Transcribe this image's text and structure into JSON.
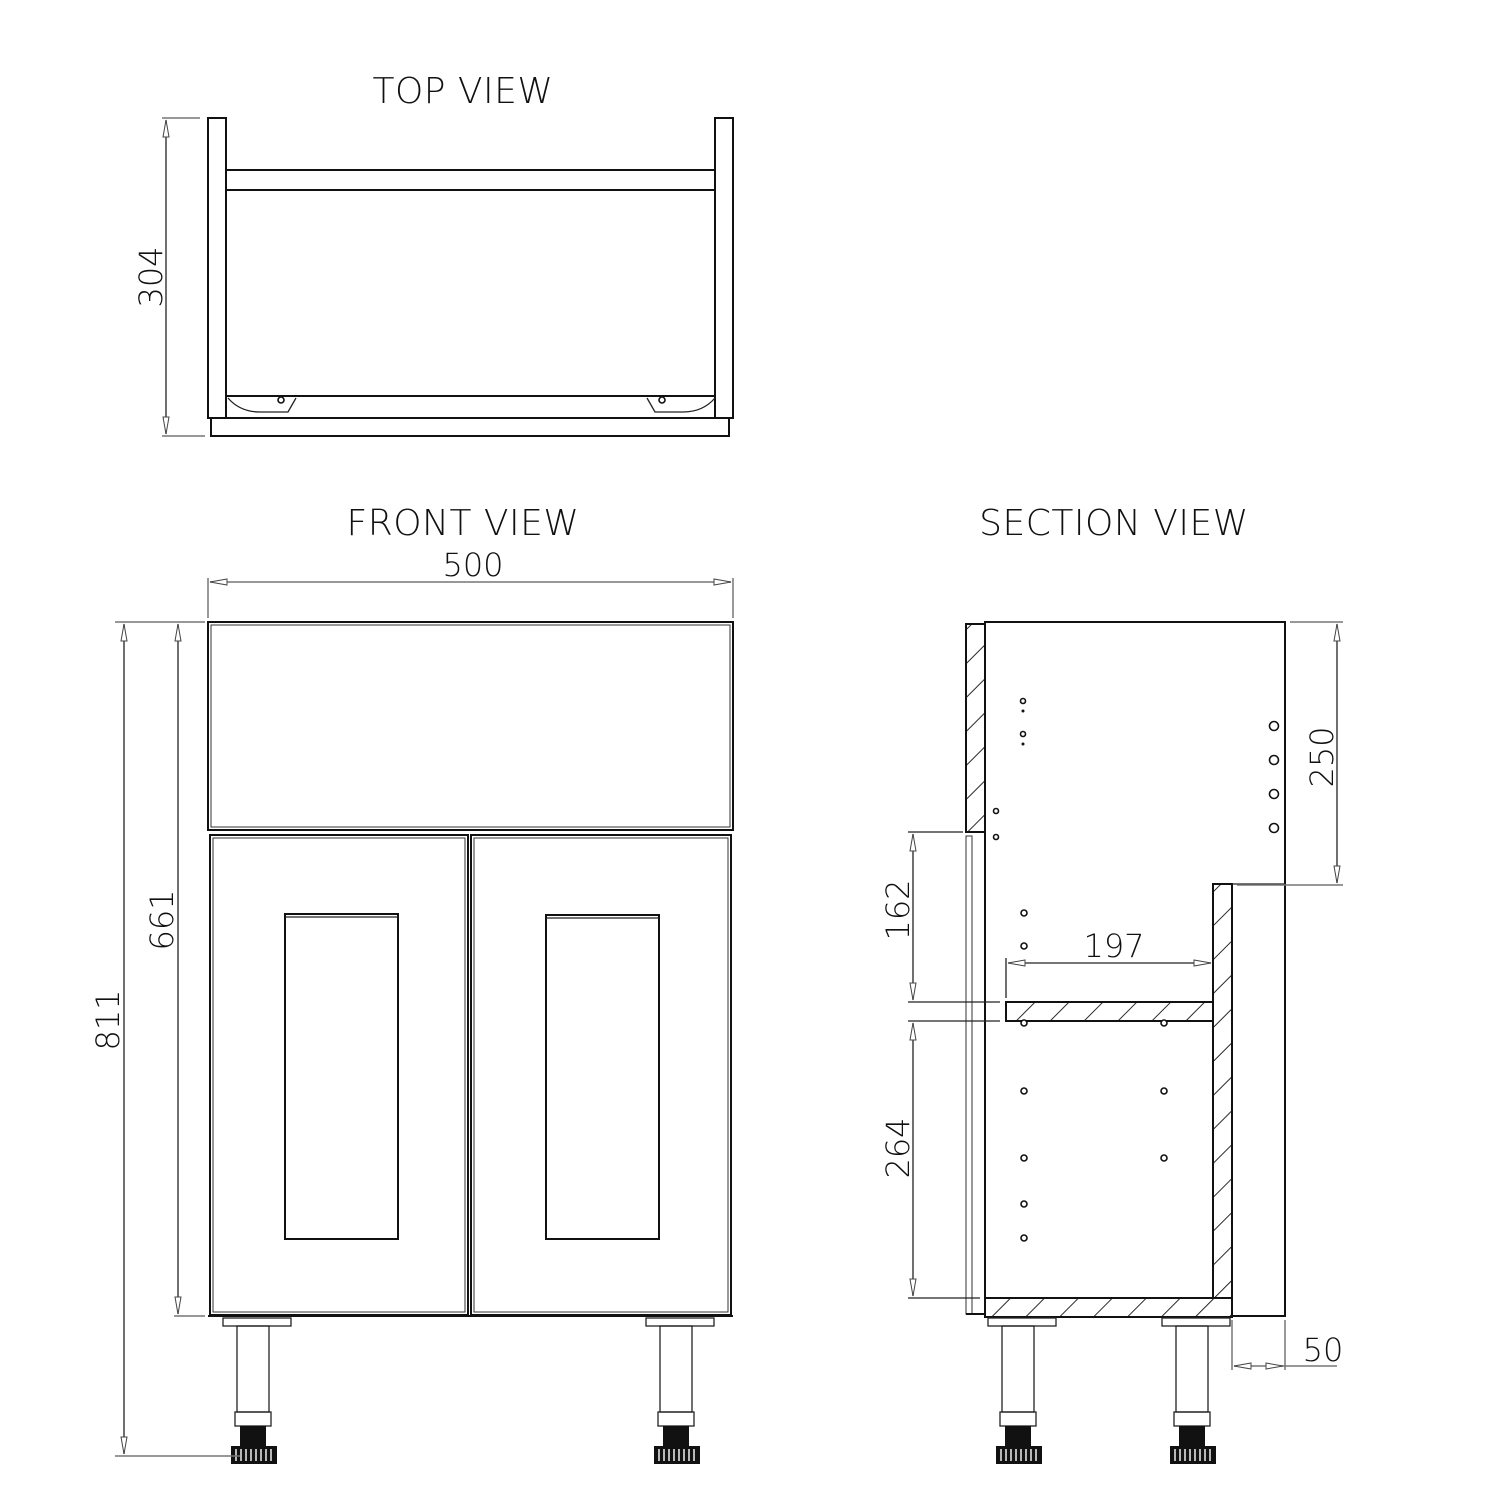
{
  "views": {
    "top": {
      "title": "TOP VIEW",
      "depth_label": "304"
    },
    "front": {
      "title": "FRONT VIEW",
      "width_label": "500",
      "carcass_height_label": "661",
      "overall_height_label": "811"
    },
    "section": {
      "title": "SECTION VIEW",
      "top_opening_label": "250",
      "upper_clearance_label": "162",
      "shelf_depth_label": "197",
      "lower_clearance_label": "264",
      "back_offset_label": "50"
    }
  },
  "colors": {
    "line": "#111111",
    "background": "#ffffff",
    "dimension": "#444444"
  }
}
